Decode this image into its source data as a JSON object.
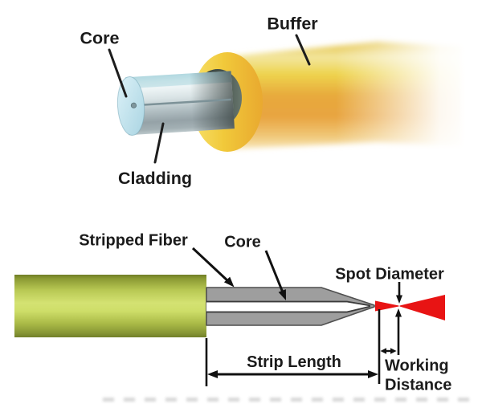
{
  "figure": {
    "background_color": "#ffffff",
    "top_diagram": {
      "description": "optical fiber construction cutaway",
      "labels": {
        "core": "Core",
        "buffer": "Buffer",
        "cladding": "Cladding"
      },
      "colors": {
        "core_face_blue": "#c3e6f0",
        "cladding_gray": "#a7b4b8",
        "buffer_yellow": "#f1c93a",
        "buffer_orange": "#e7a93c",
        "buffer_bore_dark": "#3a443f"
      }
    },
    "bottom_diagram": {
      "description": "stripped fiber lens tip with focused beam and dimensions",
      "labels": {
        "stripped_fiber": "Stripped Fiber",
        "core": "Core",
        "spot_diameter": "Spot Diameter",
        "strip_length": "Strip Length",
        "working_distance_line1": "Working",
        "working_distance_line2": "Distance"
      },
      "colors": {
        "buffer_green": "#ccdb67",
        "fiber_gray": "#9e9e9e",
        "core_stripe_white": "#ffffff",
        "beam_red": "#e81414",
        "dimension_black": "#111111"
      }
    }
  }
}
